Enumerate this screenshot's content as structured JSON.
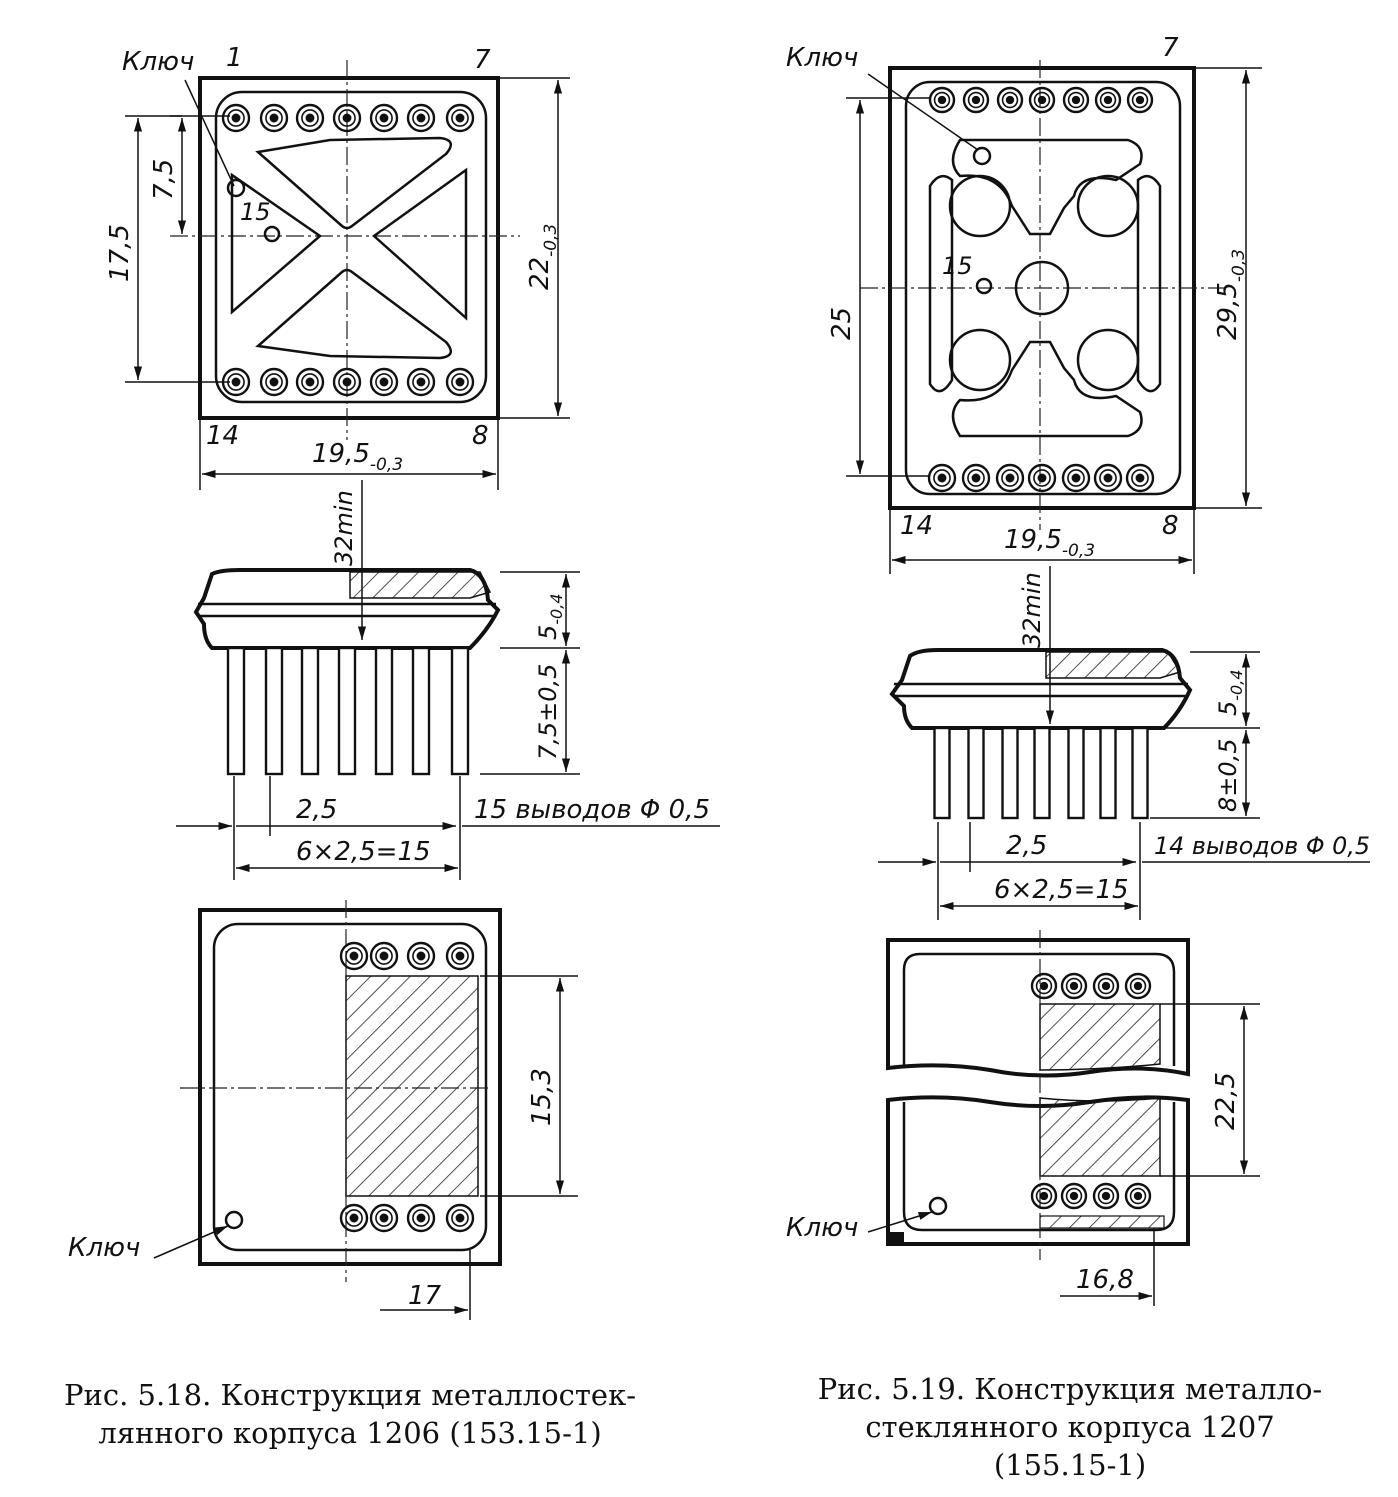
{
  "fig18": {
    "key_top": "Ключ",
    "pin1": "1",
    "pin7": "7",
    "pin14": "14",
    "pin8": "8",
    "pin15": "15",
    "dim_7_5": "7,5",
    "dim_17_5": "17,5",
    "dim_22": "22",
    "dim_22_tol": "-0,3",
    "dim_19_5": "19,5",
    "dim_19_5_tol": "-0,3",
    "dim_32min": "32min",
    "dim_5": "5",
    "dim_5_tol": "-0,4",
    "dim_7_5_lead": "7,5±0,5",
    "dim_2_5": "2,5",
    "dim_6x2_5": "6×2,5=15",
    "leads_note": "15 выводов Φ 0,5",
    "dim_15_3": "15,3",
    "dim_17": "17",
    "key_bottom": "Ключ",
    "caption_line1": "Рис. 5.18. Конструкция металлостек-",
    "caption_line2": "лянного корпуса 1206 (153.15-1)"
  },
  "fig19": {
    "key_top": "Ключ",
    "pin7": "7",
    "pin14": "14",
    "pin8": "8",
    "pin15": "15",
    "dim_25": "25",
    "dim_29_5": "29,5",
    "dim_29_5_tol": "-0,3",
    "dim_19_5": "19,5",
    "dim_19_5_tol": "-0,3",
    "dim_32min": "32min",
    "dim_5": "5",
    "dim_5_tol": "-0,4",
    "dim_8_lead": "8±0,5",
    "dim_2_5": "2,5",
    "dim_6x2_5": "6×2,5=15",
    "leads_note": "14 выводов Φ 0,5",
    "dim_22_5": "22,5",
    "dim_16_8": "16,8",
    "key_bottom": "Ключ",
    "caption_line1": "Рис. 5.19. Конструкция металло-",
    "caption_line2": "стеклянного корпуса 1207",
    "caption_line3": "(155.15-1)"
  }
}
